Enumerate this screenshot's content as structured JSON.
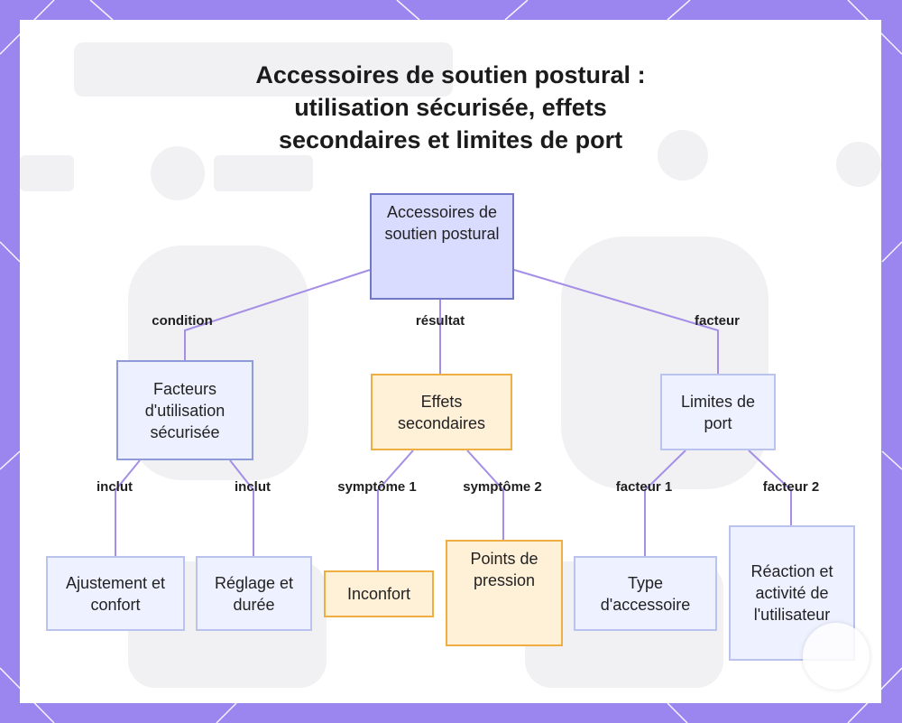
{
  "title_lines": [
    "Accessoires de soutien postural :",
    "utilisation sécurisée, effets",
    "secondaires et limites de port"
  ],
  "nodes": {
    "root": "Accessoires de soutien postural",
    "facteurs": "Facteurs d'utilisation sécurisée",
    "effets": "Effets secondaires",
    "limites": "Limites de port",
    "ajustement": "Ajustement et confort",
    "reglage": "Réglage et durée",
    "inconfort": "Inconfort",
    "points": "Points de pression",
    "type": "Type d'accessoire",
    "reaction": "Réaction et activité de l'utilisateur"
  },
  "edges": {
    "condition": "condition",
    "resultat": "résultat",
    "facteur": "facteur",
    "inclut1": "inclut",
    "inclut2": "inclut",
    "symptome1": "symptôme 1",
    "symptome2": "symptôme 2",
    "facteur1": "facteur 1",
    "facteur2": "facteur 2"
  },
  "colors": {
    "frame": "#9b86f0",
    "connector": "#a58ee6",
    "root_fill": "#dadcff",
    "effects_fill": "#fff0d8",
    "effects_border": "#efae42"
  }
}
